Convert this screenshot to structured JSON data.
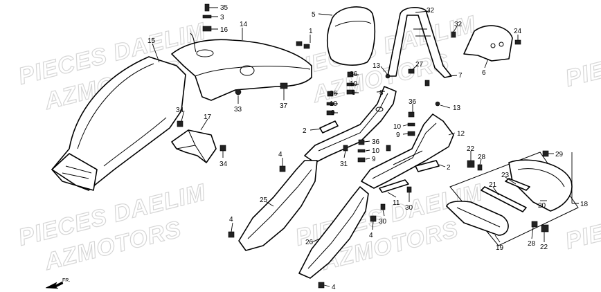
{
  "watermark": {
    "line1": "PIECES DAELIM",
    "line2": "AZMOTORS"
  },
  "direction_label": "FR.",
  "callouts": [
    {
      "id": "c35a",
      "text": "35"
    },
    {
      "id": "c3",
      "text": "3"
    },
    {
      "id": "c16",
      "text": "16"
    },
    {
      "id": "c14",
      "text": "14"
    },
    {
      "id": "c1",
      "text": "1"
    },
    {
      "id": "c15",
      "text": "15"
    },
    {
      "id": "c5",
      "text": "5"
    },
    {
      "id": "c32a",
      "text": "32"
    },
    {
      "id": "c32b",
      "text": "32"
    },
    {
      "id": "c24",
      "text": "24"
    },
    {
      "id": "c6",
      "text": "6"
    },
    {
      "id": "c13a",
      "text": "13"
    },
    {
      "id": "c36a",
      "text": "36"
    },
    {
      "id": "c10a",
      "text": "10"
    },
    {
      "id": "c9a",
      "text": "9"
    },
    {
      "id": "c27",
      "text": "27"
    },
    {
      "id": "c7",
      "text": "7"
    },
    {
      "id": "c8",
      "text": "8"
    },
    {
      "id": "c36b",
      "text": "36"
    },
    {
      "id": "c10b",
      "text": "10"
    },
    {
      "id": "c9b",
      "text": "9"
    },
    {
      "id": "c33",
      "text": "33"
    },
    {
      "id": "c37",
      "text": "37"
    },
    {
      "id": "c13b",
      "text": "13"
    },
    {
      "id": "c36c",
      "text": "36"
    },
    {
      "id": "c10c",
      "text": "10"
    },
    {
      "id": "c9c",
      "text": "9"
    },
    {
      "id": "c34a",
      "text": "34"
    },
    {
      "id": "c17",
      "text": "17"
    },
    {
      "id": "c2a",
      "text": "2"
    },
    {
      "id": "c12",
      "text": "12"
    },
    {
      "id": "c36d",
      "text": "36"
    },
    {
      "id": "c10d",
      "text": "10"
    },
    {
      "id": "c9d",
      "text": "9"
    },
    {
      "id": "c34b",
      "text": "34"
    },
    {
      "id": "c4a",
      "text": "4"
    },
    {
      "id": "c31",
      "text": "31"
    },
    {
      "id": "c22a",
      "text": "22"
    },
    {
      "id": "c28a",
      "text": "28"
    },
    {
      "id": "c29",
      "text": "29"
    },
    {
      "id": "c2b",
      "text": "2"
    },
    {
      "id": "c23",
      "text": "23"
    },
    {
      "id": "c21",
      "text": "21"
    },
    {
      "id": "c25",
      "text": "25"
    },
    {
      "id": "c11",
      "text": "11"
    },
    {
      "id": "c30a",
      "text": "30"
    },
    {
      "id": "c20",
      "text": "20"
    },
    {
      "id": "c18",
      "text": "18"
    },
    {
      "id": "c30b",
      "text": "30"
    },
    {
      "id": "c4b",
      "text": "4"
    },
    {
      "id": "c4c",
      "text": "4"
    },
    {
      "id": "c26",
      "text": "26"
    },
    {
      "id": "c28b",
      "text": "28"
    },
    {
      "id": "c22b",
      "text": "22"
    },
    {
      "id": "c19",
      "text": "19"
    },
    {
      "id": "c4d",
      "text": "4"
    }
  ]
}
